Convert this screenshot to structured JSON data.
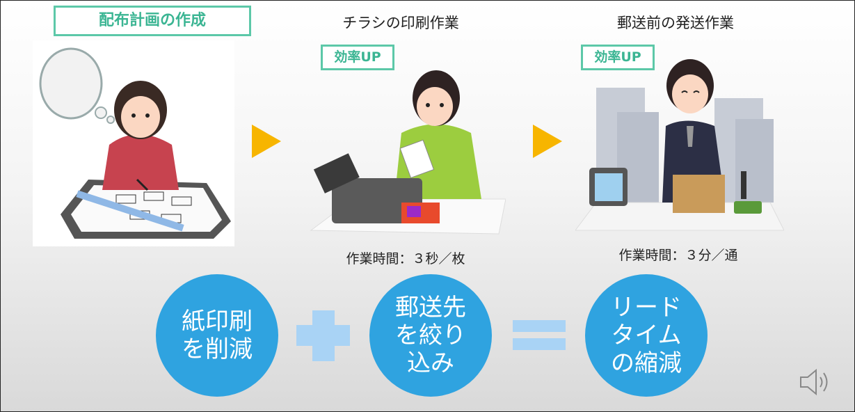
{
  "steps": [
    {
      "title": "配布計画の作成"
    },
    {
      "title": "チラシの印刷作業",
      "badge": "効率UP",
      "time": "作業時間：３秒／枚"
    },
    {
      "title": "郵送前の発送作業",
      "badge": "効率UP",
      "time": "作業時間：３分／通"
    }
  ],
  "circles": [
    {
      "text": "紙印刷\nを削減"
    },
    {
      "text": "郵送先\nを絞り\n込み"
    },
    {
      "text": "リード\nタイム\nの縮減"
    }
  ],
  "icons": {
    "arrow": "right-triangle-arrow-icon",
    "plus": "plus-icon",
    "equals": "equals-icon",
    "audio": "speaker-icon"
  },
  "colors": {
    "badge_border": "#5cc8a8",
    "badge_text": "#3bb593",
    "arrow": "#f7b500",
    "circle": "#2fa3e0",
    "operator": "#a9d3f5"
  }
}
